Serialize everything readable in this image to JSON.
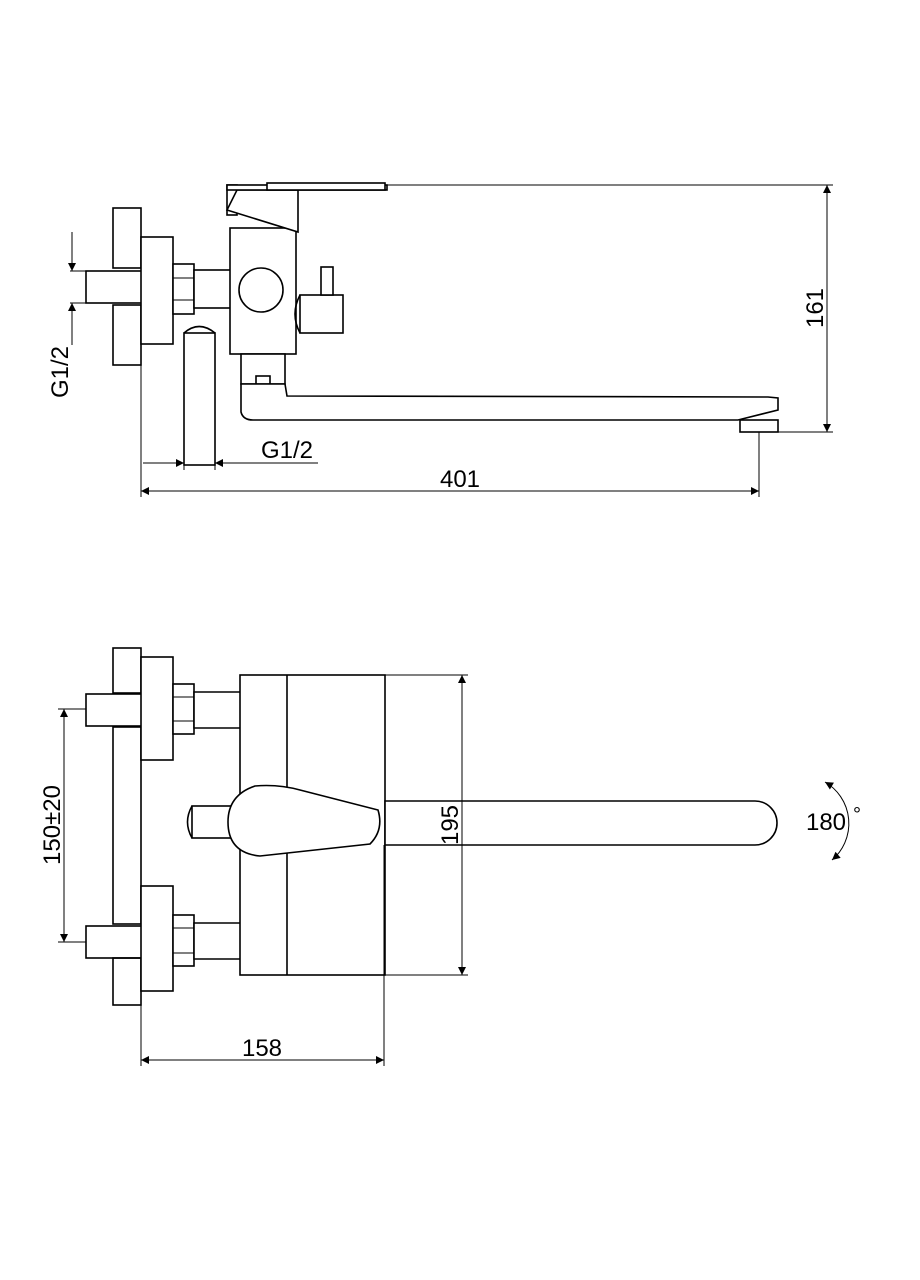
{
  "side_view": {
    "wall_thread_label": "G1/2",
    "eccentric_thread_label": "G1/2",
    "overall_length": "401",
    "overall_height": "161"
  },
  "top_view": {
    "center_distance": "150±20",
    "body_width": "195",
    "depth": "158",
    "rotation_angle": "180",
    "degree_symbol": "°"
  },
  "colors": {
    "line": "#000000",
    "background": "#ffffff"
  }
}
